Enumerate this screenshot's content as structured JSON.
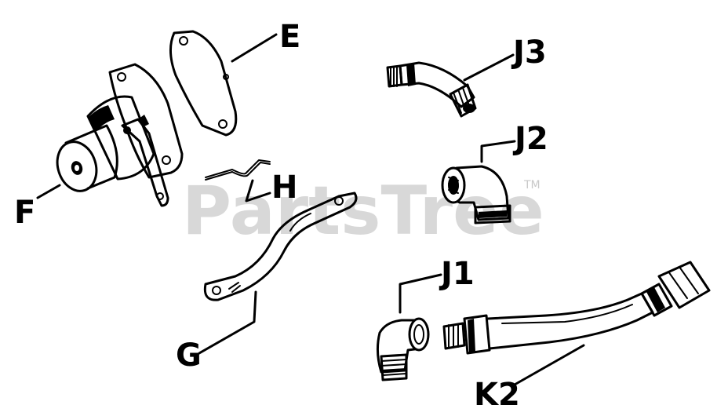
{
  "watermark": {
    "text": "PartsTree",
    "tm": "TM"
  },
  "labels": {
    "E": "E",
    "F": "F",
    "G": "G",
    "H": "H",
    "J1": "J1",
    "J2": "J2",
    "J3": "J3",
    "K2": "K2"
  }
}
